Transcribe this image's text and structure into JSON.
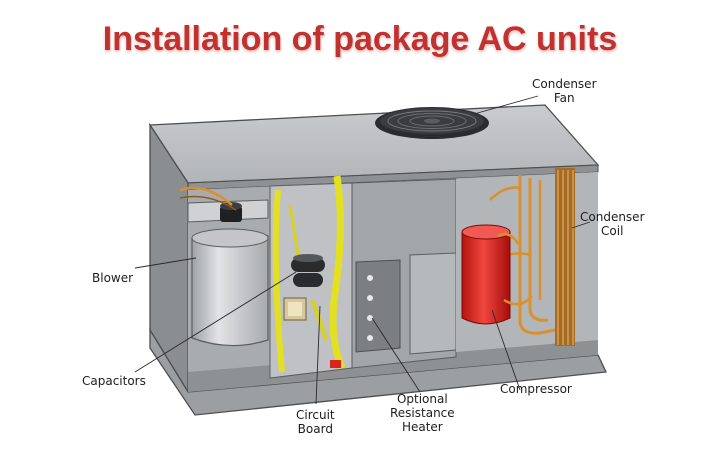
{
  "title": "Installation of package AC units",
  "labels": {
    "condenser_fan": [
      "Condenser",
      "Fan"
    ],
    "condenser_coil": [
      "Condenser",
      "Coil"
    ],
    "blower": [
      "Blower"
    ],
    "capacitors": [
      "Capacitors"
    ],
    "circuit_board": [
      "Circuit",
      "Board"
    ],
    "resistance_heater": [
      "Optional",
      "Resistance",
      "Heater"
    ],
    "compressor": [
      "Compressor"
    ]
  },
  "colors": {
    "title": "#c0322f",
    "cabinet": "#b9bcbf",
    "compressor": "#d8231f",
    "wiring": "#e3e021",
    "coil_tubing": "#d9902d"
  }
}
